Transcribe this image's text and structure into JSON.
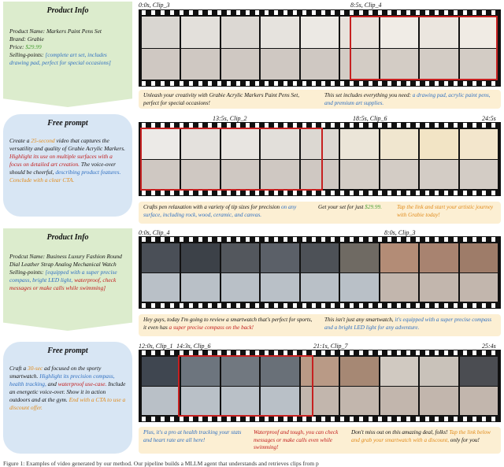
{
  "row1": {
    "card_title": "Product Info",
    "product_name_label": "Product Name:",
    "product_name": "Markers Paint Pens Set",
    "brand_label": "Brand:",
    "brand": "Grabie",
    "price_label": "Price:",
    "price": "$29.99",
    "selling_label": "Selling-points:",
    "selling": "[complete art set, includes drawing pad, perfect for special occasions]",
    "time_left": "0:0s, Clip_3",
    "time_right": "8:5s, Clip_4",
    "caption_left": "Unleash your creativity with Grabie Acrylic Markers Paint Pens Set, perfect for special occasions!",
    "caption_right_a": "This set includes everything you need:",
    "caption_right_b": "a drawing pad, acrylic paint pens, and premium art supplies."
  },
  "row2": {
    "card_title": "Free prompt",
    "prompt_a": "Create a",
    "prompt_b": "25-second",
    "prompt_c": "video that captures the versatility and quality of Grabie Acrylic Markers.",
    "prompt_d": "Highlight its use on multiple surfaces with a focus on detailed art creation.",
    "prompt_e": "The voice-over should be cheerful,",
    "prompt_f": "describing product features.",
    "prompt_g": "Conclude with a clear CTA.",
    "time_a": "13:5s, Clip_2",
    "time_b": "18:5s, Clip_6",
    "time_c": "24:5s",
    "caption_1a": "Crafts pen relaxation with a variety of tip sizes for precision",
    "caption_1b": "on any surface, including rock, wood, ceramic, and canvas.",
    "caption_2a": "Get your set for just",
    "caption_2b": "$29.99.",
    "caption_3": "Tap the link and start your artistic journey with Grabie today!"
  },
  "row3": {
    "card_title": "Product Info",
    "product_name": "Prodcut Name: Business Luxury Fashion Round Dial Leather Strap Analog Mechanical Watch",
    "selling_label": "Selling-points:",
    "selling_a": "[equipped with a super precise compass, bright LED light,",
    "selling_b": "waterproof, check messages or make calls while swimming]",
    "time_left": "0:0s, Clip_4",
    "time_right": "8:0s, Clip_3",
    "caption_left_a": "Hey guys, today I'm going to review a smartwatch that's perfect for sports, it even has",
    "caption_left_b": "a super precise compass on the back!",
    "caption_right_a": "This isn't just any smartwatch,",
    "caption_right_b": "it's equipped with a super precise compass and a bright LED light for any adventure."
  },
  "row4": {
    "card_title": "Free prompt",
    "prompt_a": "Craft a",
    "prompt_b": "30-sec",
    "prompt_c": "ad focused on the sporty smartwatch.",
    "prompt_d": "Highlight its precision compass, health tracking,",
    "prompt_e": "and",
    "prompt_f": "waterproof use-case.",
    "prompt_g": "Include an energetic voice-over. Show it in action outdoors and at the gym.",
    "prompt_h": "End with a CTA to use a discount offer.",
    "time_a": "12:0s, Clip_1",
    "time_b": "14:3s, Clip_6",
    "time_c": "21:1s, Clip_7",
    "time_d": "25:4s",
    "caption_1": "Plus, it's a pro at health tracking your stats and heart rate are all here!",
    "caption_2": "Waterproof and tough, you can check messages or make calls even while swimming!",
    "caption_3a": "Don't miss out on this amazing deal, folks!",
    "caption_3b": "Tap the link below and grab your smartwatch with a discount,",
    "caption_3c": "only for you!"
  },
  "figure_caption": "Figure 1: Examples of video generated by our method. Our pipeline builds a MLLM agent that understands and retrieves clips from p"
}
